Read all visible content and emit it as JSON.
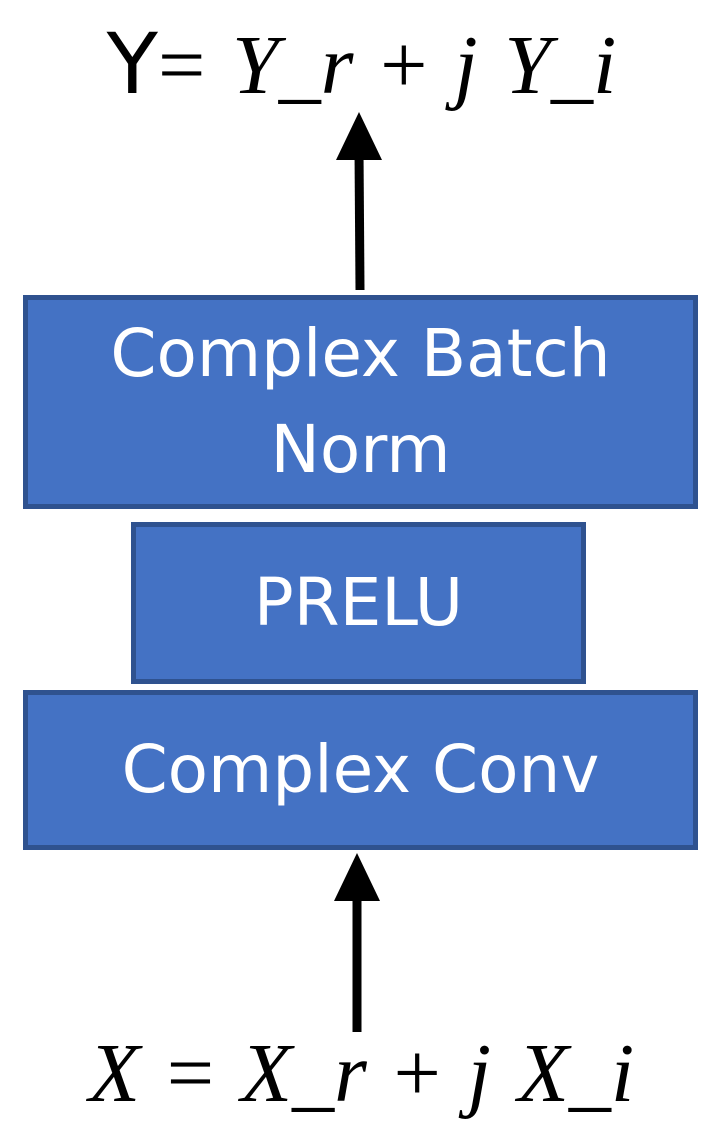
{
  "output_equation": {
    "lhs": "Y",
    "equals": "=",
    "term1": "Y_r",
    "plus": "+",
    "j": "j",
    "term2": "Y_i"
  },
  "input_equation": {
    "lhs": "X",
    "equals": "=",
    "term1": "X_r",
    "plus": "+",
    "j": "j",
    "term2": "X_i"
  },
  "blocks": {
    "batch_norm": {
      "line1": "Complex Batch",
      "line2": "Norm"
    },
    "prelu": {
      "label": "PRELU"
    },
    "conv": {
      "label": "Complex Conv"
    }
  },
  "colors": {
    "block_fill": "#4472C4",
    "block_border": "#2F528F",
    "block_text": "#FFFFFF",
    "arrow": "#000000"
  }
}
